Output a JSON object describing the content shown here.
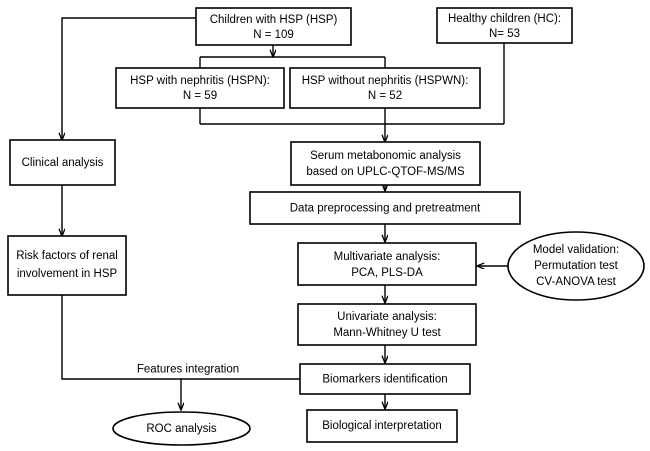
{
  "diagram": {
    "title": "HSP metabonomics study workflow flowchart",
    "stroke_color": "#000000",
    "fill_color": "#ffffff",
    "nodes": {
      "hsp_cohort": {
        "shape": "rect",
        "line1": "Children with HSP (HSP)",
        "line2": "N = 109"
      },
      "healthy_children": {
        "shape": "rect",
        "line1": "Healthy children (HC):",
        "line2": "N= 53"
      },
      "hspn": {
        "shape": "rect",
        "line1": "HSP with nephritis (HSPN):",
        "line2": "N = 59"
      },
      "hspwn": {
        "shape": "rect",
        "line1": "HSP without nephritis (HSPWN):",
        "line2": "N = 52"
      },
      "clinical_analysis": {
        "shape": "rect",
        "line1": "Clinical analysis"
      },
      "risk_factors": {
        "shape": "rect",
        "line1": "Risk factors of renal",
        "line2": "involvement in HSP"
      },
      "serum_metabonomic": {
        "shape": "rect",
        "line1": "Serum metabonomic analysis",
        "line2": "based on UPLC-QTOF-MS/MS"
      },
      "data_preprocessing": {
        "shape": "rect",
        "line1": "Data preprocessing and pretreatment"
      },
      "multivariate": {
        "shape": "rect",
        "line1": "Multivariate analysis:",
        "line2": "PCA, PLS-DA"
      },
      "model_validation": {
        "shape": "ellipse",
        "line1": "Model validation:",
        "line2": "Permutation test",
        "line3": "CV-ANOVA test"
      },
      "univariate": {
        "shape": "rect",
        "line1": "Univariate analysis:",
        "line2": "Mann-Whitney U test"
      },
      "biomarkers": {
        "shape": "rect",
        "line1": "Biomarkers identification"
      },
      "biological_interpretation": {
        "shape": "rect",
        "line1": "Biological interpretation"
      },
      "roc_analysis": {
        "shape": "ellipse",
        "line1": "ROC analysis"
      }
    },
    "edge_labels": {
      "features_integration": "Features integration"
    }
  }
}
